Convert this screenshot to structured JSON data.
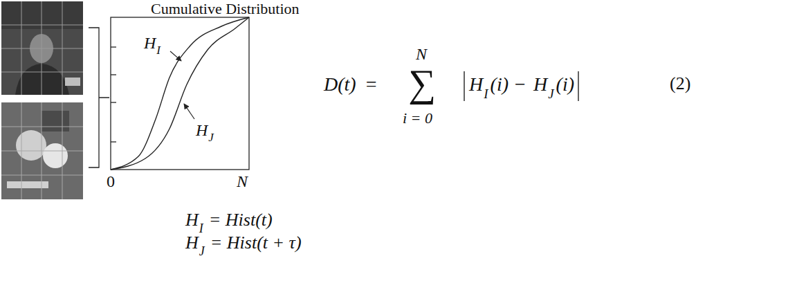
{
  "diagram": {
    "labels": [
      "Cumulative Distribution",
      "H",
      "I",
      "H",
      "J",
      "0",
      "N",
      "D(t)",
      "=",
      "N",
      "∑",
      "i = 0",
      "H",
      "I",
      "(i) −",
      "H",
      "J",
      "(i)",
      "(2)",
      "H",
      "I",
      "= Hist(t)",
      "H",
      "J",
      "= Hist(t + τ)"
    ]
  }
}
